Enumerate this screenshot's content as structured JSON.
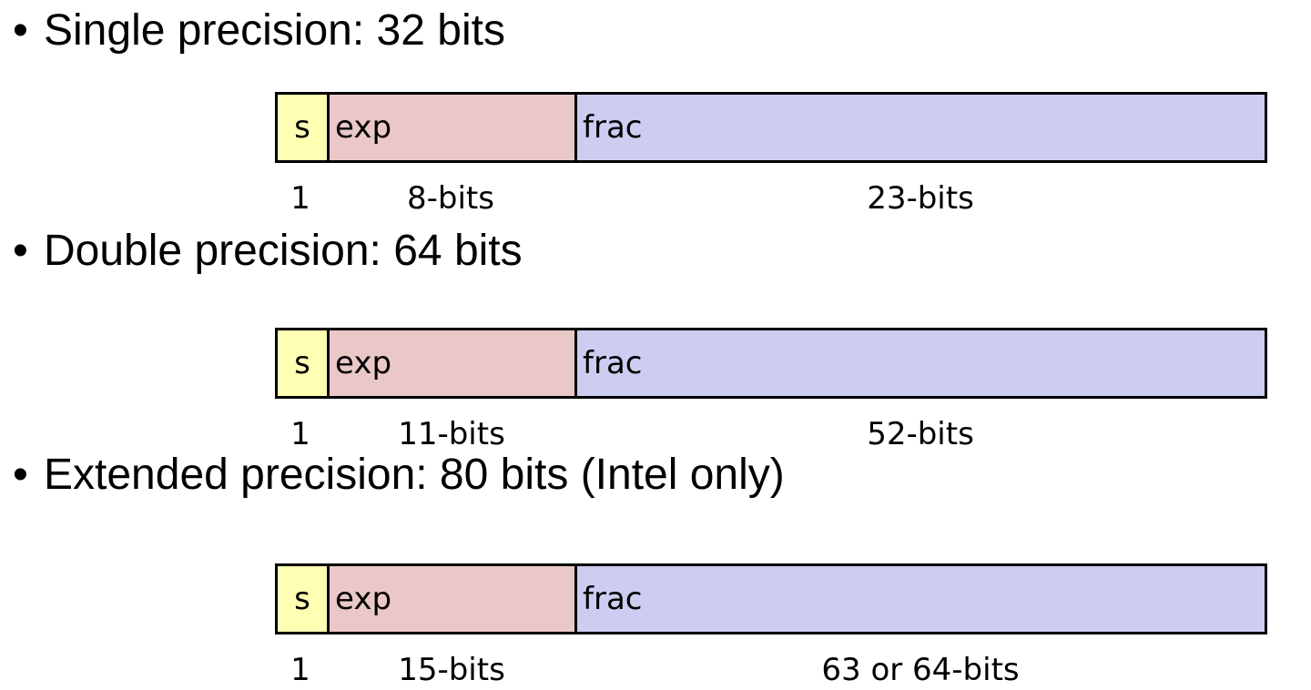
{
  "formats": [
    {
      "heading": "Single precision: 32 bits",
      "fields": {
        "s": "s",
        "exp": "exp",
        "frac": "frac"
      },
      "sizes": {
        "s": "1",
        "exp": "8-bits",
        "frac": "23-bits"
      }
    },
    {
      "heading": "Double precision: 64 bits",
      "fields": {
        "s": "s",
        "exp": "exp",
        "frac": "frac"
      },
      "sizes": {
        "s": "1",
        "exp": "11-bits",
        "frac": "52-bits"
      }
    },
    {
      "heading": "Extended precision: 80 bits (Intel only)",
      "fields": {
        "s": "s",
        "exp": "exp",
        "frac": "frac"
      },
      "sizes": {
        "s": "1",
        "exp": "15-bits",
        "frac": "63 or 64-bits"
      }
    }
  ],
  "bullet_glyph": "•",
  "colors": {
    "sign_fill": "#ffffb3",
    "exp_fill": "#ebc8c8",
    "frac_fill": "#cccdf1",
    "border": "#000000"
  }
}
